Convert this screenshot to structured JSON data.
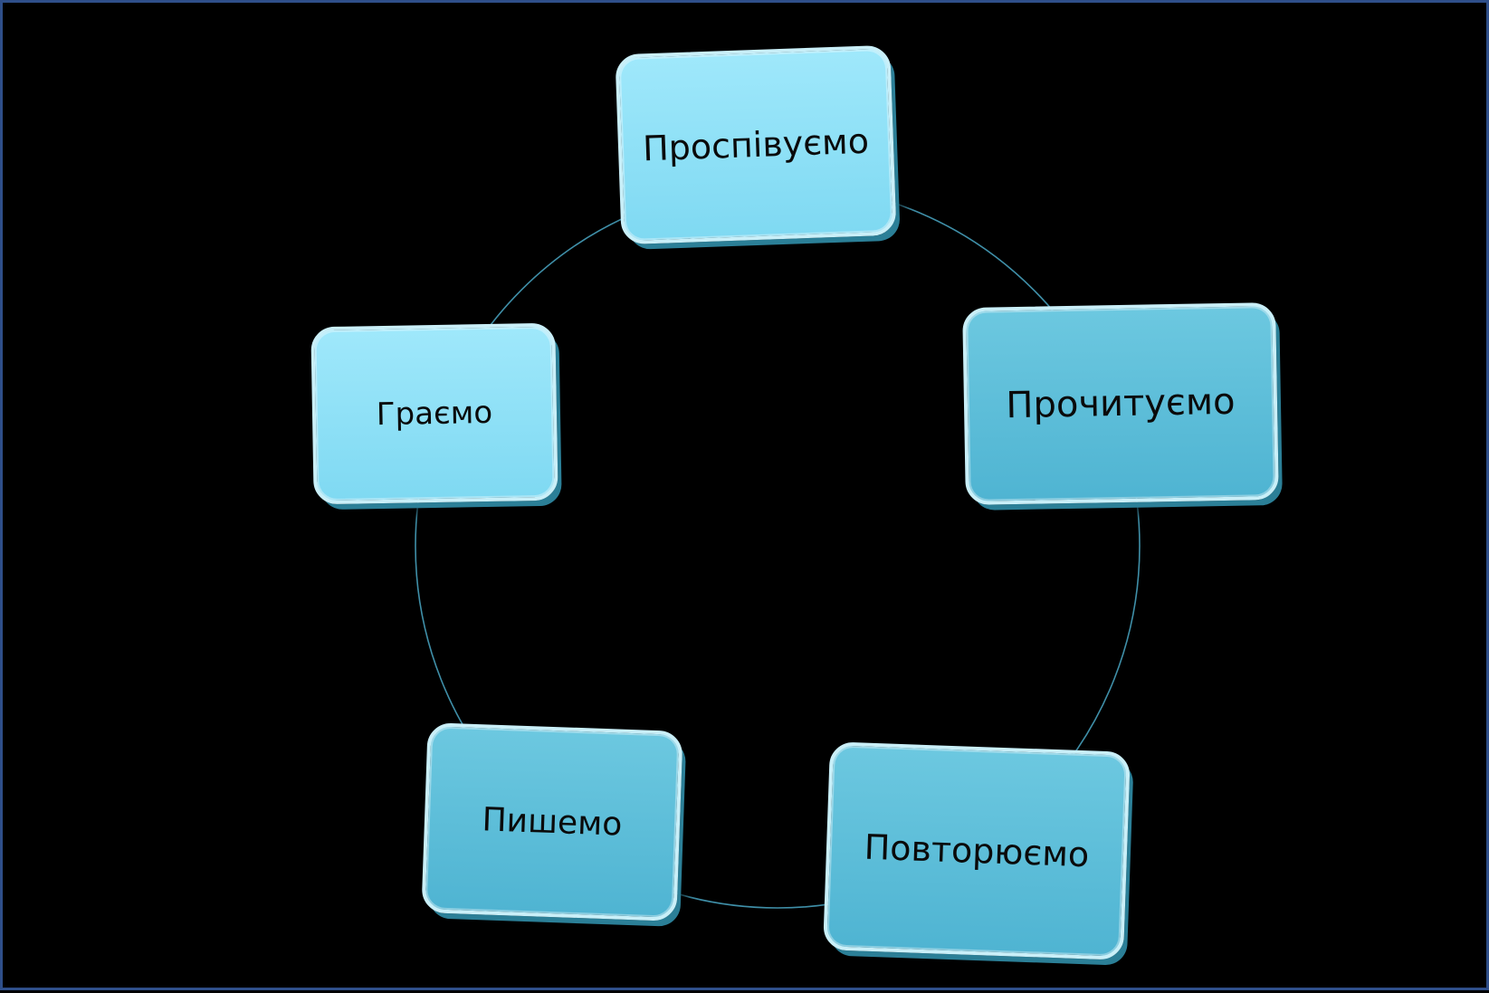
{
  "diagram": {
    "type": "cycle",
    "accent_light": "#8fe0f7",
    "accent_dark": "#58bbd7",
    "ring_color": "#3f8fa8",
    "border_color": "#2f4f8a",
    "nodes": [
      {
        "label": "Проспівуємо"
      },
      {
        "label": "Прочитуємо"
      },
      {
        "label": "Повторюємо"
      },
      {
        "label": "Пишемо"
      },
      {
        "label": "Граємо"
      }
    ]
  }
}
